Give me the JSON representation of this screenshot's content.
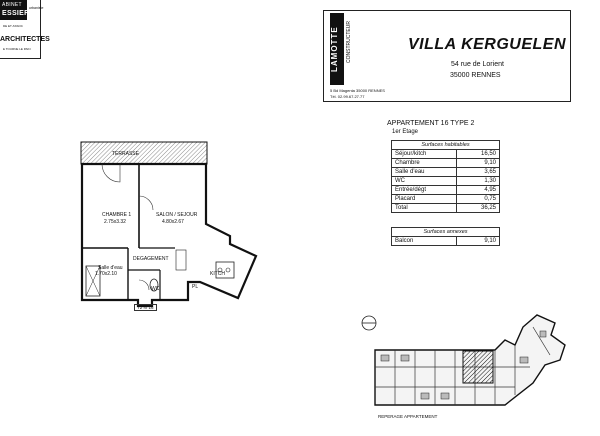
{
  "architect": {
    "line1": "ABINET",
    "line2": "ESSIER",
    "name": "ARCHITECTES",
    "small1": "DE ET ASSOC",
    "small2": "E TOURNE LE PAIN",
    "side": "urbaniste"
  },
  "builder": {
    "brand": "LAMOTTE",
    "tagline": "CONSTRUCTEUR",
    "address": "5 Bd Magenta 35000 RENNES",
    "phone": "Tél. 02.99.67.27.77"
  },
  "project": {
    "title": "VILLA KERGUELEN",
    "street": "54 rue de Lorient",
    "city": "35000 RENNES"
  },
  "apartment": {
    "heading": "APPARTEMENT 16 TYPE 2",
    "floor": "1er Etage"
  },
  "surfaces": {
    "header": "Surfaces habitables",
    "rows": [
      {
        "label": "Séjour/kitch",
        "value": "16,50"
      },
      {
        "label": "Chambre",
        "value": "9,10"
      },
      {
        "label": "Salle d'eau",
        "value": "3,65"
      },
      {
        "label": "WC",
        "value": "1,30"
      },
      {
        "label": "Entrée/dégt",
        "value": "4,95"
      },
      {
        "label": "Placard",
        "value": "0,75"
      },
      {
        "label": "Total",
        "value": "36,25"
      }
    ]
  },
  "annexes": {
    "header": "Surfaces annexes",
    "rows": [
      {
        "label": "Balcon",
        "value": "9,10"
      }
    ]
  },
  "plan": {
    "terrasse": "TERRASSE",
    "chambre": "CHAMBRE 1",
    "chambre_dim": "2.75x3.32",
    "sejour": "SALON / SEJOUR",
    "sejour_dim": "4.80x2.67",
    "degagement": "DEGAGEMENT",
    "salle": "Salle d'eau",
    "salle_dim": "1.70x2.10",
    "wc": "WC",
    "pl": "PL",
    "kitch": "KITCH",
    "ref": "T2 N°16"
  },
  "locator": {
    "caption": "REPERAGE APPARTEMENT"
  }
}
